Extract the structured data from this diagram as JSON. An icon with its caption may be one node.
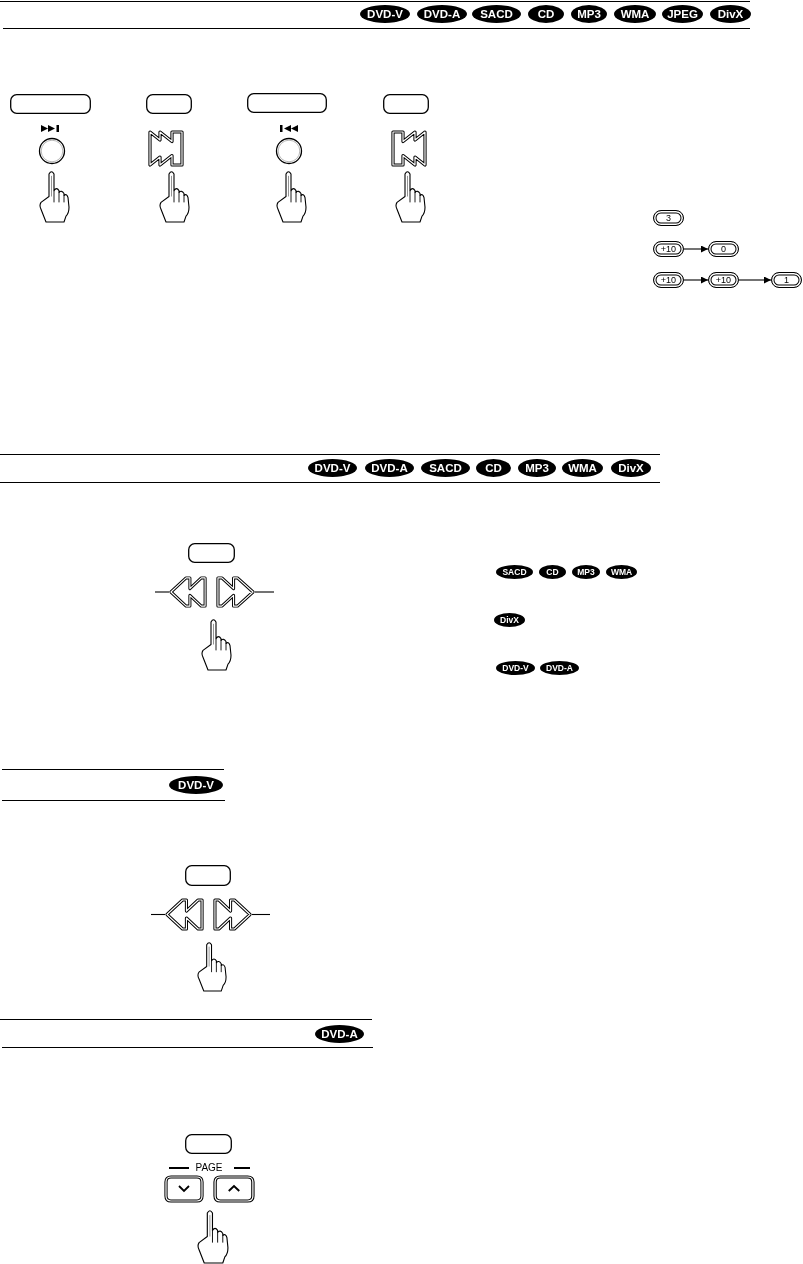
{
  "diagram": {
    "nodes": [
      {
        "text": [
          "3"
        ]
      },
      {
        "text": [
          "+10"
        ]
      },
      {
        "text": [
          "0"
        ]
      },
      {
        "text": [
          "+10"
        ]
      },
      {
        "text": [
          "+10"
        ]
      },
      {
        "text": [
          "1"
        ]
      },
      {
        "text": [],
        "shape": "button"
      },
      {
        "text": [],
        "shape": "button"
      },
      {
        "text": [],
        "shape": "button"
      },
      {
        "text": [],
        "shape": "button"
      }
    ],
    "edges": [
      {
        "from": 1,
        "to": 2,
        "arrow": "to"
      },
      {
        "from": 3,
        "to": 4,
        "arrow": "to"
      },
      {
        "from": 4,
        "to": 5,
        "arrow": "to"
      },
      {
        "from": null,
        "to": 6,
        "arrow": "none"
      },
      {
        "from": null,
        "to": 7,
        "arrow": "none"
      },
      {
        "from": null,
        "to": 8,
        "arrow": "none"
      },
      {
        "from": null,
        "to": 9,
        "arrow": "none"
      }
    ],
    "labels": [
      "DVD-V",
      "DVD-A",
      "SACD",
      "CD",
      "MP3",
      "WMA",
      "JPEG",
      "DivX",
      "DVD-V",
      "DVD-A",
      "SACD",
      "CD",
      "MP3",
      "WMA",
      "DivX",
      "SACD",
      "CD",
      "MP3",
      "WMA",
      "DivX",
      "DVD-V",
      "DVD-A",
      "DVD-V",
      "DVD-A",
      "PAGE"
    ]
  }
}
